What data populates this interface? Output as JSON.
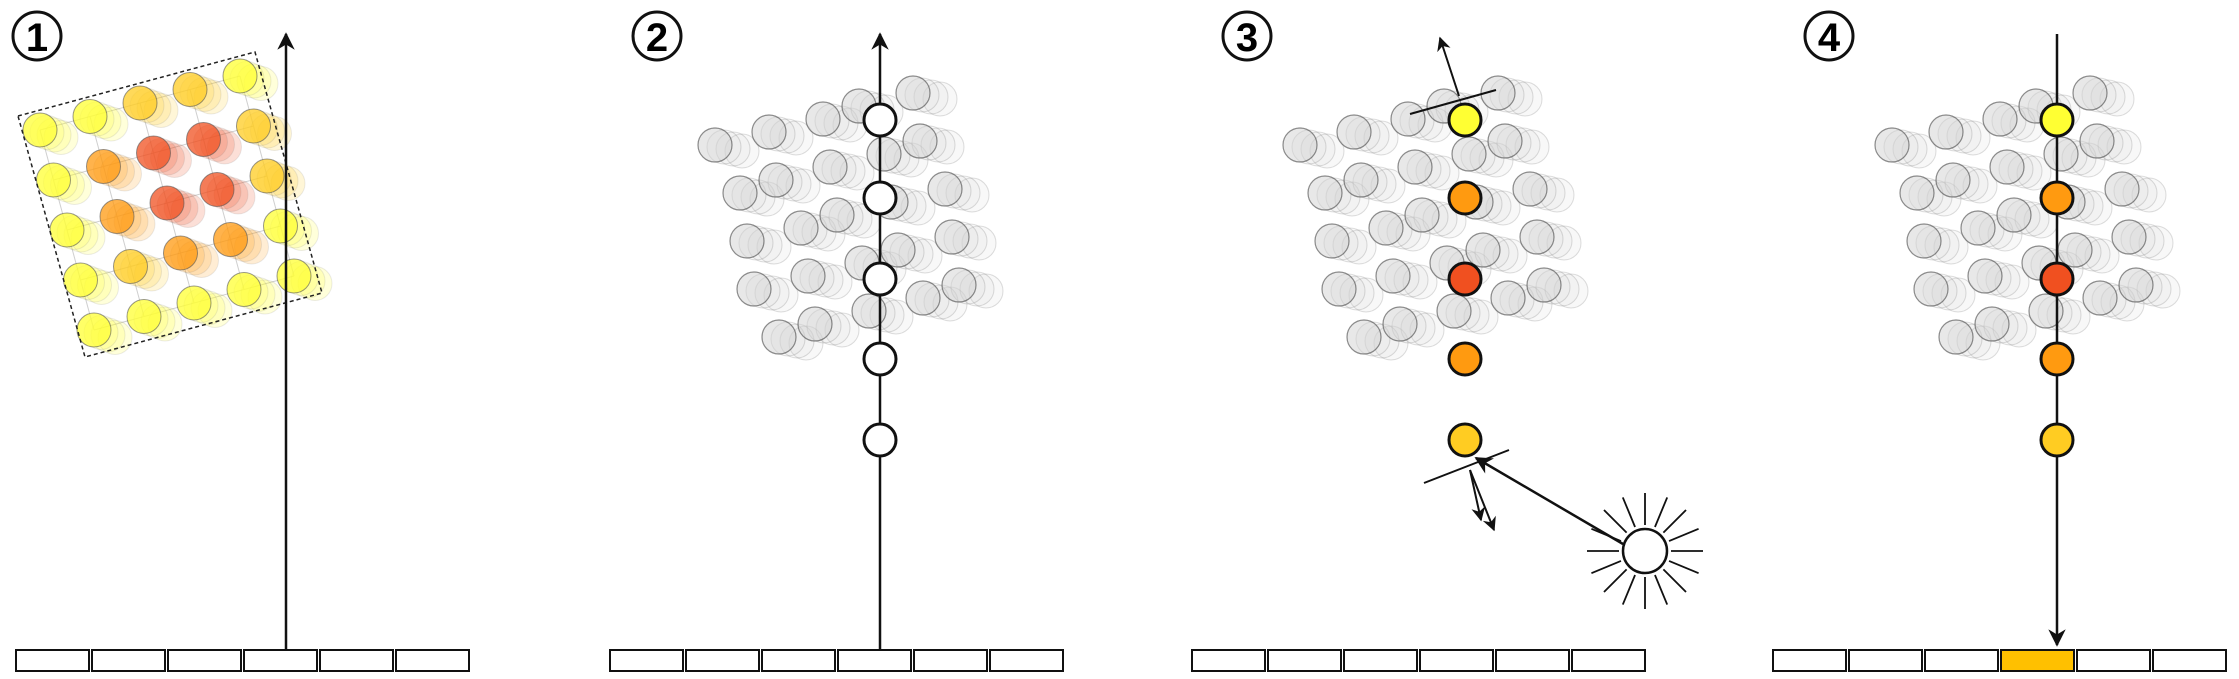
{
  "panels": [
    {
      "number": "1",
      "step": "sample-volume"
    },
    {
      "number": "2",
      "step": "resample-along-ray"
    },
    {
      "number": "3",
      "step": "shade-samples"
    },
    {
      "number": "4",
      "step": "composite-to-pixel"
    }
  ],
  "colors": {
    "stroke": "#111111",
    "ghost_fill": "#d2d2d2",
    "sample_outline": "#111111",
    "yellow": "#ffff33",
    "light_orange": "#ffcc22",
    "orange": "#ff9a10",
    "red_orange": "#f05020",
    "red": "#e8202c",
    "pixel_highlight": "#ffc000"
  },
  "ray_samples_panel3": [
    "#ffff33",
    "#ff9a10",
    "#f05020",
    "#ff9a10",
    "#ffcc22"
  ],
  "ray_samples_panel4": [
    "#ffff33",
    "#ff9a10",
    "#f05020",
    "#ff9a10",
    "#ffcc22"
  ],
  "pixel_row": {
    "count": 6,
    "highlighted_index_panel4": 3
  },
  "icons": [
    "light-source-icon",
    "surface-normal-icon"
  ]
}
